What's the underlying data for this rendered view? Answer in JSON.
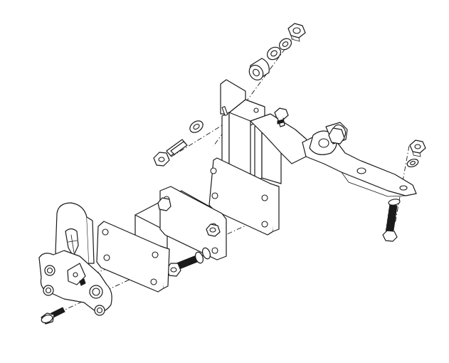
{
  "figure": {
    "kind": "exploded-assembly-line-drawing",
    "has_text": false
  },
  "parts": [
    {
      "id": "nut-top",
      "icon": "hex-nut-icon"
    },
    {
      "id": "washer-top",
      "icon": "flat-washer-icon"
    },
    {
      "id": "spacer-top",
      "icon": "cylindrical-spacer-icon"
    },
    {
      "id": "washer-left",
      "icon": "flat-washer-icon"
    },
    {
      "id": "bolt-left",
      "icon": "hex-bolt-icon"
    },
    {
      "id": "upper-bracket",
      "icon": "bent-bracket-icon"
    },
    {
      "id": "bracket-plate",
      "icon": "mounting-plate-icon"
    },
    {
      "id": "rod-end",
      "icon": "rod-end-joint-icon"
    },
    {
      "id": "nut-right",
      "icon": "hex-nut-icon"
    },
    {
      "id": "washer-right",
      "icon": "flat-washer-icon"
    },
    {
      "id": "bolt-right",
      "icon": "threaded-bolt-icon"
    },
    {
      "id": "spacer-block",
      "icon": "box-spacer-icon"
    },
    {
      "id": "front-plate",
      "icon": "mounting-plate-icon"
    },
    {
      "id": "hinge-bracket",
      "icon": "hinge-bracket-icon"
    },
    {
      "id": "bolt-center",
      "icon": "threaded-bolt-icon"
    },
    {
      "id": "screw-bottom",
      "icon": "countersunk-screw-icon"
    }
  ]
}
